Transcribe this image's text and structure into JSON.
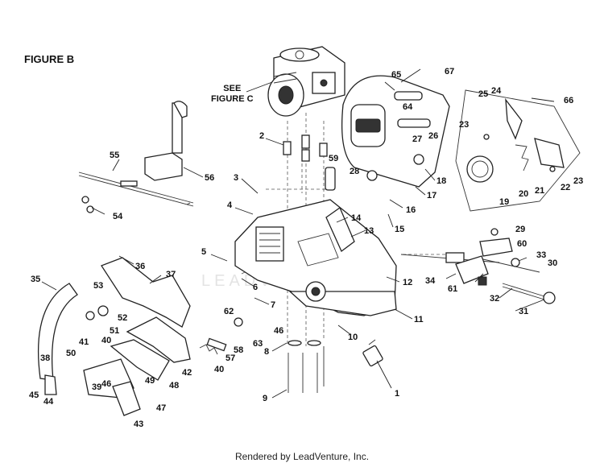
{
  "figure_label": "FIGURE B",
  "reference": {
    "line1": "SEE",
    "line2": "FIGURE C"
  },
  "watermark": "LEADVENTURE",
  "footer": "Rendered by LeadVenture, Inc.",
  "callouts": [
    "1",
    "2",
    "3",
    "4",
    "5",
    "6",
    "7",
    "8",
    "9",
    "10",
    "11",
    "12",
    "13",
    "14",
    "15",
    "16",
    "17",
    "18",
    "19",
    "20",
    "21",
    "22",
    "23",
    "24",
    "25",
    "26",
    "27",
    "28",
    "29",
    "30",
    "31",
    "32",
    "33",
    "34",
    "35",
    "36",
    "37",
    "38",
    "39",
    "40",
    "41",
    "42",
    "43",
    "44",
    "45",
    "46",
    "47",
    "48",
    "49",
    "50",
    "51",
    "52",
    "53",
    "54",
    "55",
    "56",
    "57",
    "58",
    "59",
    "60",
    "61",
    "62",
    "63",
    "64",
    "65",
    "66",
    "67"
  ]
}
